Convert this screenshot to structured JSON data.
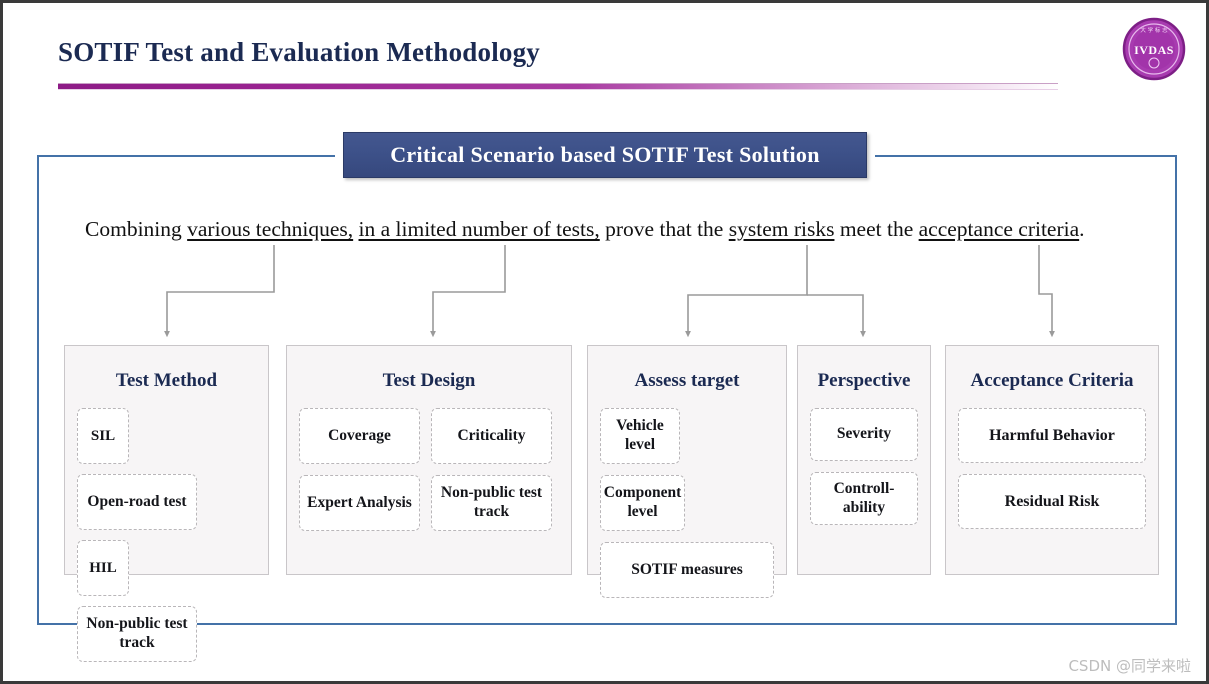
{
  "slide": {
    "title": "SOTIF Test and Evaluation Methodology",
    "banner_title": "Critical Scenario based SOTIF Test Solution",
    "watermark": "CSDN @同学来啦",
    "logo_text": "IVDAS",
    "accent_purple": "#9a2391",
    "title_navy": "#1b2a52",
    "banner_blue": "#3d5189",
    "frame_blue": "#4472a8"
  },
  "sentence": {
    "part1": "Combining ",
    "link1": "various techniques,",
    "part2": " ",
    "link2": "in a limited number of tests,",
    "part3": " prove that the ",
    "link3": "system risks",
    "part4": "  meet the ",
    "link4": "acceptance criteria",
    "part5": "."
  },
  "columns": [
    {
      "id": "test-method",
      "title": "Test Method",
      "cells": [
        "SIL",
        "Open-road test",
        "HIL",
        "Non-public test track"
      ]
    },
    {
      "id": "test-design",
      "title": "Test Design",
      "cells": [
        "Coverage",
        "Criticality",
        "Expert Analysis",
        "Non-public test track"
      ]
    },
    {
      "id": "assess-target",
      "title": "Assess target",
      "cells": [
        "Vehicle level",
        "Component level",
        "SOTIF measures"
      ]
    },
    {
      "id": "perspective",
      "title": "Perspective",
      "cells": [
        "Severity",
        "Controll-ability"
      ]
    },
    {
      "id": "acceptance-criteria",
      "title": "Acceptance Criteria",
      "cells": [
        "Harmful Behavior",
        "Residual Risk"
      ]
    }
  ]
}
